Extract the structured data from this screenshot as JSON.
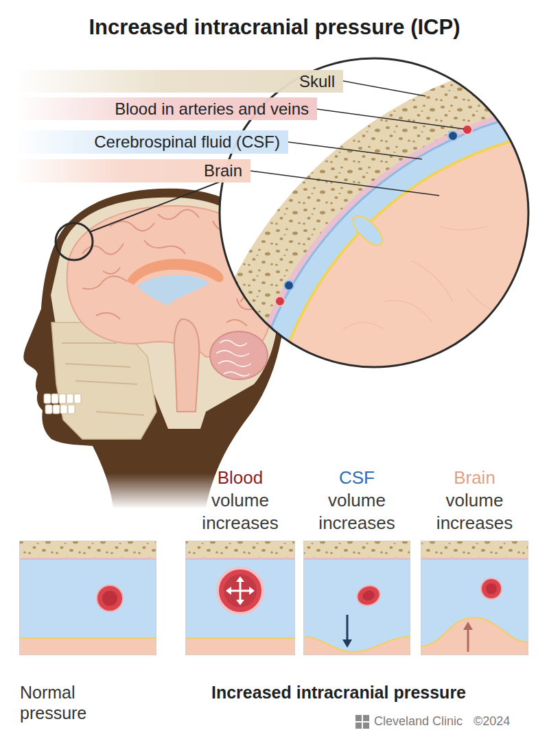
{
  "diagram": {
    "title": "Increased intracranial pressure (ICP)",
    "nodes": [
      {
        "text": [
          "Skull"
        ]
      },
      {
        "text": [
          "Blood in arteries and veins"
        ]
      },
      {
        "text": [
          "Cerebrospinal fluid (CSF)"
        ]
      },
      {
        "text": [
          "Brain"
        ]
      },
      {
        "text": [
          "Normal pressure"
        ]
      },
      {
        "text": [
          "Blood volume increases"
        ]
      },
      {
        "text": [
          "CSF volume increases"
        ]
      },
      {
        "text": [
          "Brain volume increases"
        ]
      }
    ],
    "labels": [
      "Increased intracranial pressure",
      "Cleveland Clinic",
      "©2024"
    ]
  }
}
